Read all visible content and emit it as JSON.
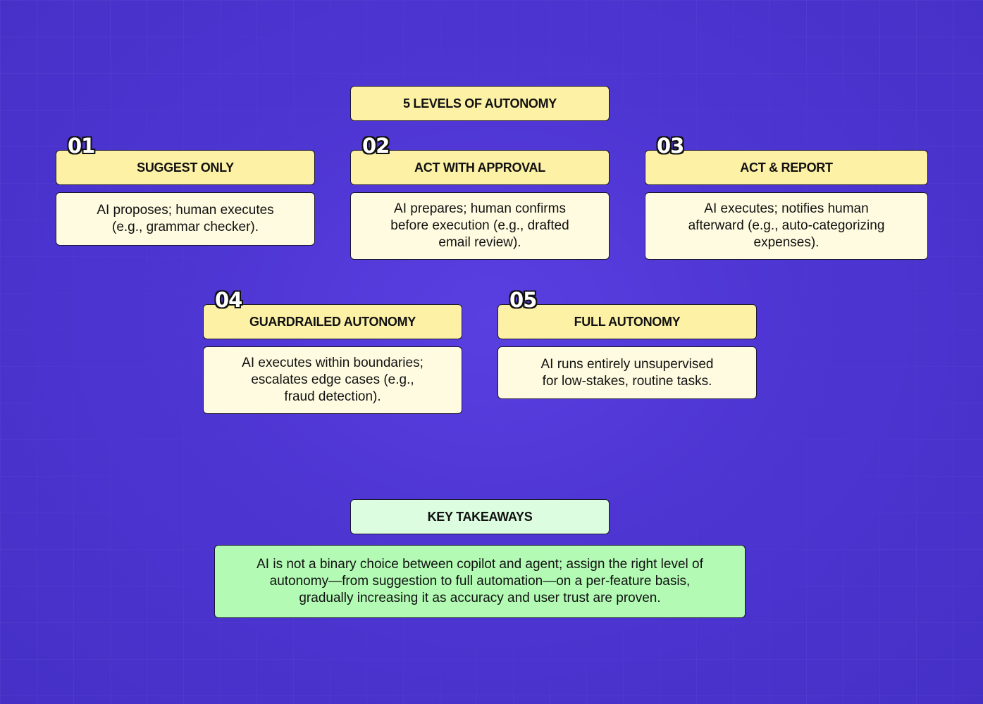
{
  "main_title": "5 LEVELS OF AUTONOMY",
  "levels": [
    {
      "number": "01",
      "title": "SUGGEST ONLY",
      "description": "AI proposes; human executes\n(e.g., grammar checker)."
    },
    {
      "number": "02",
      "title": "ACT WITH APPROVAL",
      "description": "AI prepares; human confirms\nbefore execution (e.g., drafted\nemail review)."
    },
    {
      "number": "03",
      "title": "ACT & REPORT",
      "description": "AI executes; notifies human\nafterward (e.g., auto-categorizing\nexpenses)."
    },
    {
      "number": "04",
      "title": "GUARDRAILED AUTONOMY",
      "description": "AI executes within boundaries;\nescalates edge cases (e.g.,\nfraud detection)."
    },
    {
      "number": "05",
      "title": "FULL AUTONOMY",
      "description": "AI runs entirely unsupervised\nfor low-stakes, routine tasks."
    }
  ],
  "key_takeaways": {
    "title": "KEY TAKEAWAYS",
    "text": "AI is not a binary choice between copilot and agent; assign the right level of\nautonomy—from suggestion to full automation—on a per-feature basis,\ngradually increasing it as accuracy and user trust are proven."
  }
}
